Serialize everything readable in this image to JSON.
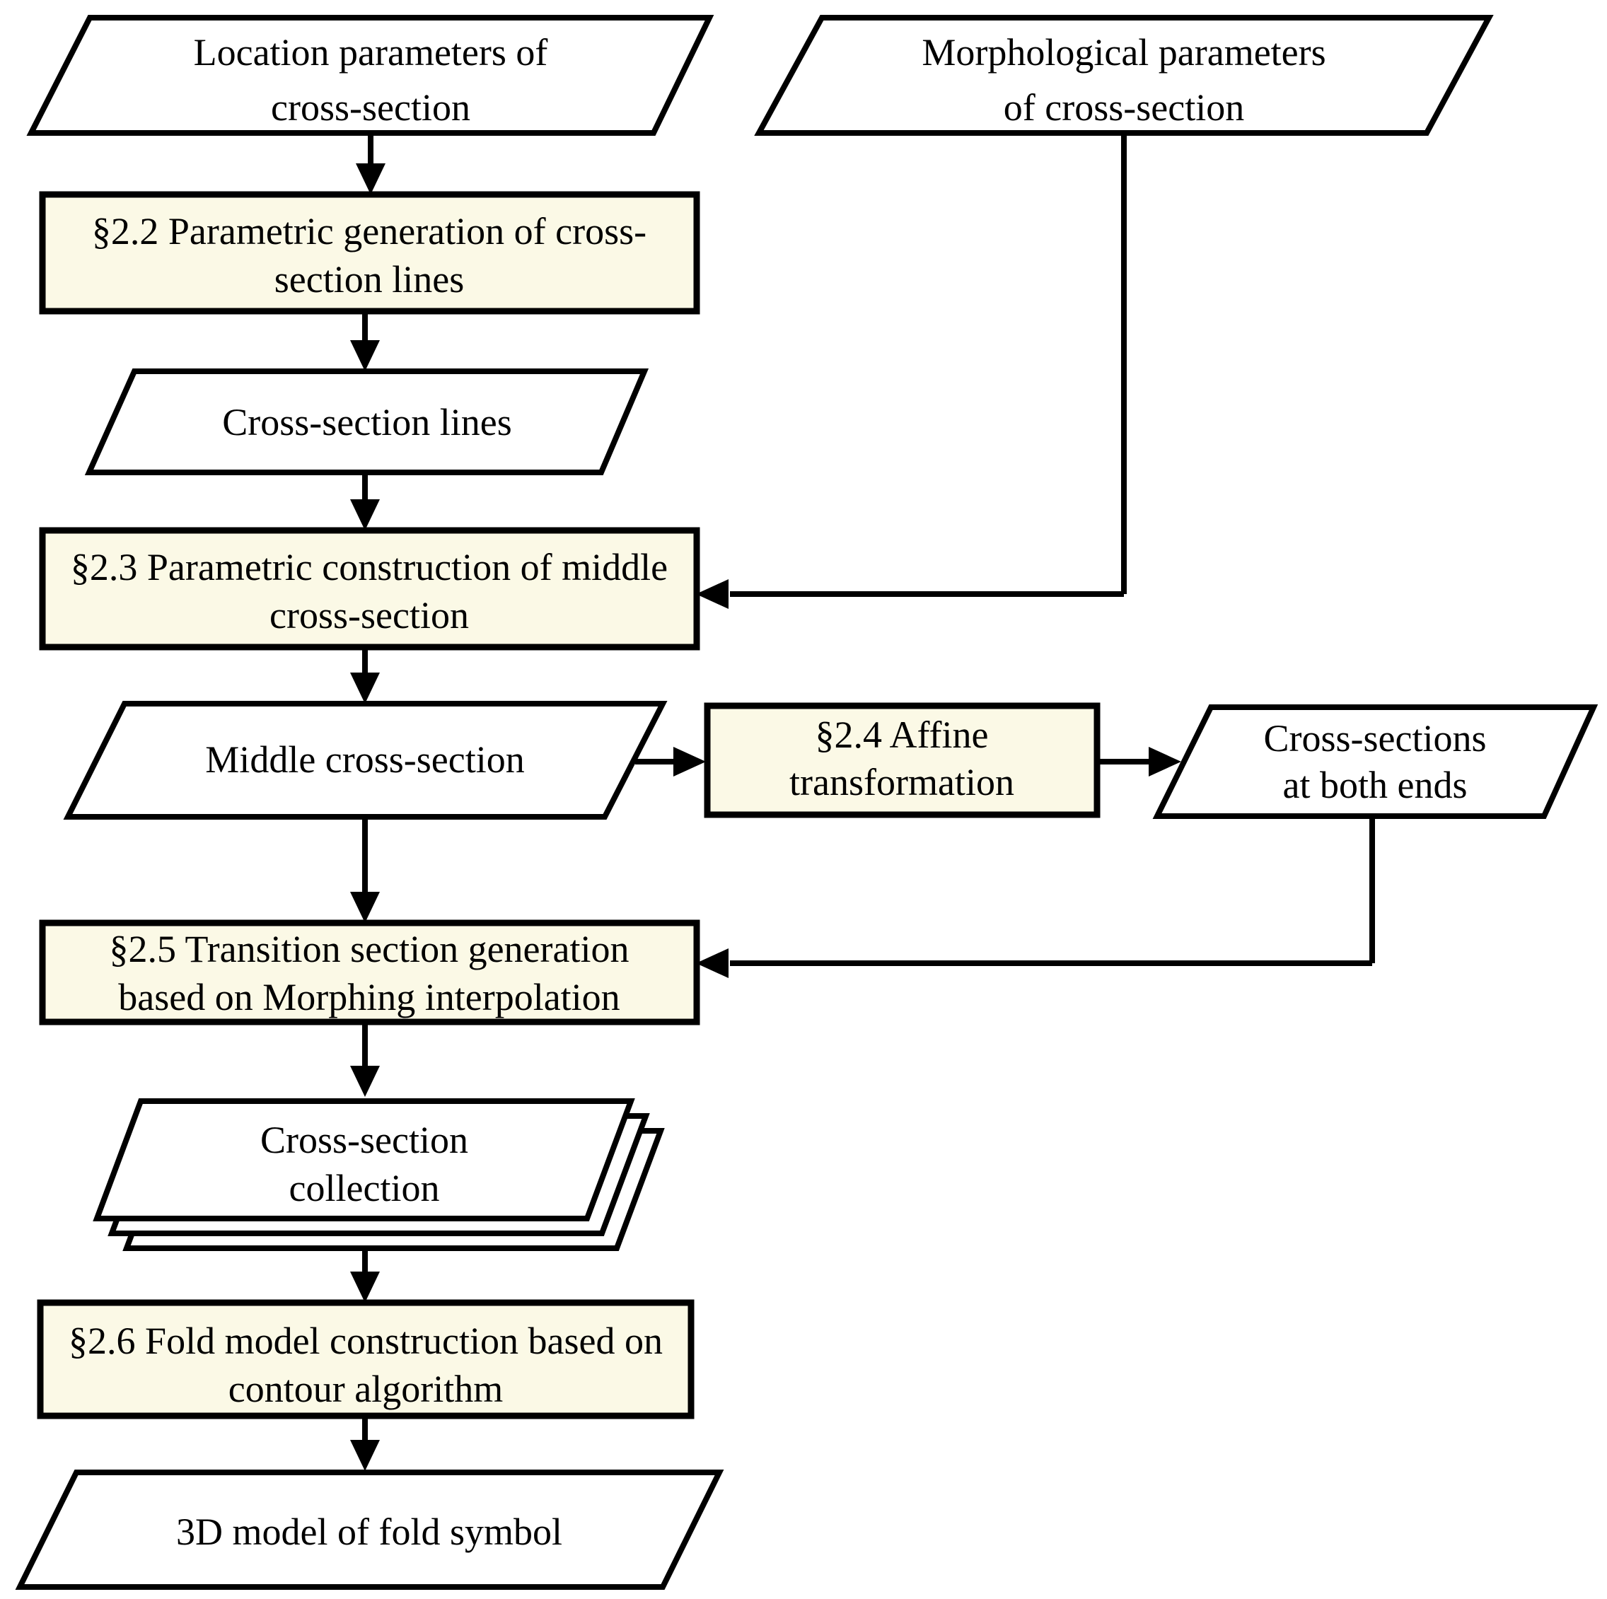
{
  "diagram": {
    "kind": "flowchart",
    "topic": "3D fold symbol modelling workflow"
  },
  "colors": {
    "process_fill": "#FBF9E6",
    "data_fill": "#FFFFFF",
    "line": "#000000",
    "background": "#FFFFFF"
  },
  "nodes": {
    "location_params": {
      "type": "input-parallelogram",
      "lines": [
        "Location parameters of",
        "cross-section"
      ]
    },
    "morph_params": {
      "type": "input-parallelogram",
      "lines": [
        "Morphological parameters",
        "of cross-section"
      ]
    },
    "s2_2": {
      "type": "process",
      "lines": [
        "§2.2 Parametric generation of cross-",
        "section lines"
      ]
    },
    "cross_section_lines": {
      "type": "data-parallelogram",
      "lines": [
        "Cross-section lines"
      ]
    },
    "s2_3": {
      "type": "process",
      "lines": [
        "§2.3 Parametric construction of middle",
        "cross-section"
      ]
    },
    "middle_cross_section": {
      "type": "data-parallelogram",
      "lines": [
        "Middle cross-section"
      ]
    },
    "s2_4": {
      "type": "process",
      "lines": [
        "§2.4 Affine",
        "transformation"
      ]
    },
    "cross_sections_both_ends": {
      "type": "data-parallelogram",
      "lines": [
        "Cross-sections",
        "at both ends"
      ]
    },
    "s2_5": {
      "type": "process",
      "lines": [
        "§2.5 Transition section generation",
        "based on Morphing interpolation"
      ]
    },
    "cross_section_collection": {
      "type": "data-stack",
      "lines": [
        "Cross-section",
        "collection"
      ]
    },
    "s2_6": {
      "type": "process",
      "lines": [
        "§2.6 Fold model construction based on",
        "contour algorithm"
      ]
    },
    "model_3d": {
      "type": "output-parallelogram",
      "lines": [
        "3D model of fold symbol"
      ]
    }
  }
}
